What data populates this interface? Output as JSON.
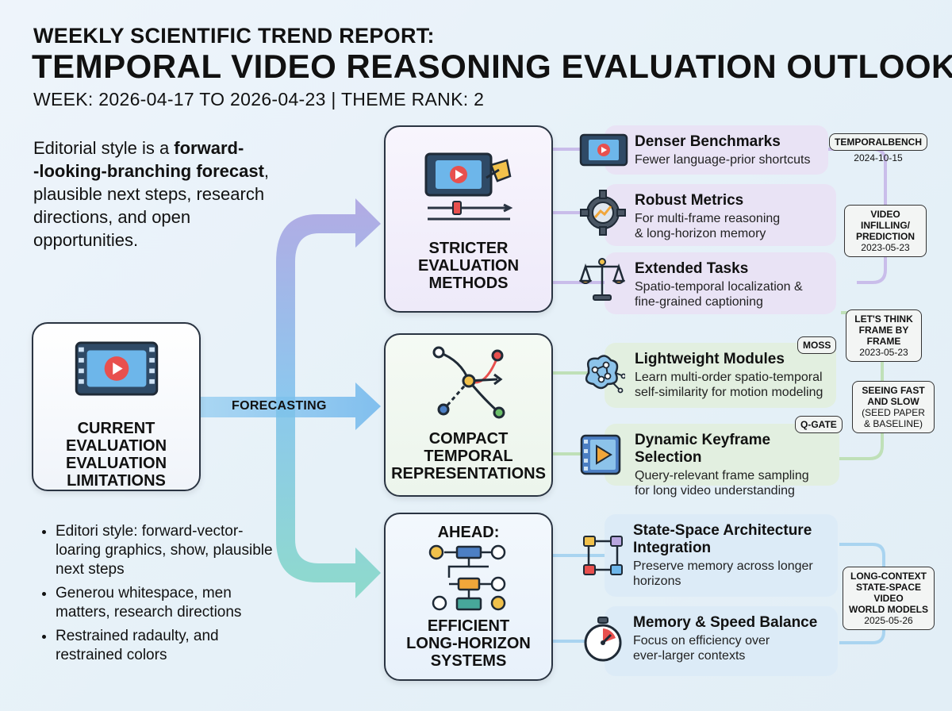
{
  "header": {
    "kicker": "WEEKLY SCIENTIFIC TREND REPORT:",
    "title": "TEMPORAL VIDEO REASONING EVALUATION OUTLOOK",
    "week_line": "WEEK: 2026-04-17 TO 2026-04-23 | THEME RANK: 2"
  },
  "intro": {
    "pre": "Editorial style is a ",
    "bold": "forward-\n-looking-branching forecast",
    "post": ", plausible next steps, research directions, and open opportunities."
  },
  "bullets": [
    "Editori style: forward-vector-loaring graphics, show, plausible next steps",
    "Generou whitespace, men matters, research directions",
    "Restrained radaulty, and restrained colors"
  ],
  "root": {
    "label": "CURRENT\nEVALUATION\nEVALUATION\nLIMITATIONS"
  },
  "connector_label": "FORECASTING",
  "branches": [
    {
      "label": "STRICTER\nEVALUATION\nMETHODS",
      "items": [
        {
          "title": "Denser Benchmarks",
          "desc": "Fewer language-prior shortcuts",
          "icon": "video-edit-icon"
        },
        {
          "title": "Robust Metrics",
          "desc": "For multi-frame reasoning\n& long-horizon memory",
          "icon": "gear-chart-icon"
        },
        {
          "title": "Extended Tasks",
          "desc": "Spatio-temporal localization &\nfine-grained captioning",
          "icon": "scale-icon"
        }
      ]
    },
    {
      "label": "COMPACT\nTEMPORAL\nREPRESENTATIONS",
      "items": [
        {
          "title": "Lightweight Modules",
          "desc": "Learn multi-order spatio-temporal\nself-similarity for motion modeling",
          "icon": "network-blob-icon"
        },
        {
          "title": "Dynamic Keyframe Selection",
          "desc": "Query-relevant frame sampling\nfor long video understanding",
          "icon": "keyframe-icon"
        }
      ]
    },
    {
      "label": "AHEAD:",
      "label2": "EFFICIENT\nLONG-HORIZON\nSYSTEMS",
      "items": [
        {
          "title": "State-Space Architecture\nIntegration",
          "desc": "Preserve memory across longer\nhorizons",
          "icon": "cycle-icon"
        },
        {
          "title": "Memory & Speed Balance",
          "desc": "Focus on efficiency over\never-larger contexts",
          "icon": "stopwatch-icon"
        }
      ]
    }
  ],
  "citations": {
    "temporalbench": {
      "tag": "TEMPORALBENCH",
      "date": "2024-10-15"
    },
    "video_infilling": {
      "tag": "VIDEO\nINFILLING/\nPREDICTION",
      "date": "2023-05-23"
    },
    "lets_think": {
      "tag": "LET'S THINK\nFRAME BY\nFRAME",
      "date": "2023-05-23"
    },
    "moss": {
      "tag": "MOSS"
    },
    "seeing_fast": {
      "tag": "SEEING FAST\nAND SLOW",
      "sub": "(SEED PAPER\n& BASELINE)"
    },
    "qgate": {
      "tag": "Q-GATE"
    },
    "long_context": {
      "tag": "LONG-CONTEXT\nSTATE-SPACE VIDEO\nWORLD MODELS",
      "date": "2025-05-26"
    }
  },
  "colors": {
    "purple": "#b8a6df",
    "green": "#b6dbb0",
    "blue": "#8cc8ea",
    "accent_red": "#e8504e"
  }
}
